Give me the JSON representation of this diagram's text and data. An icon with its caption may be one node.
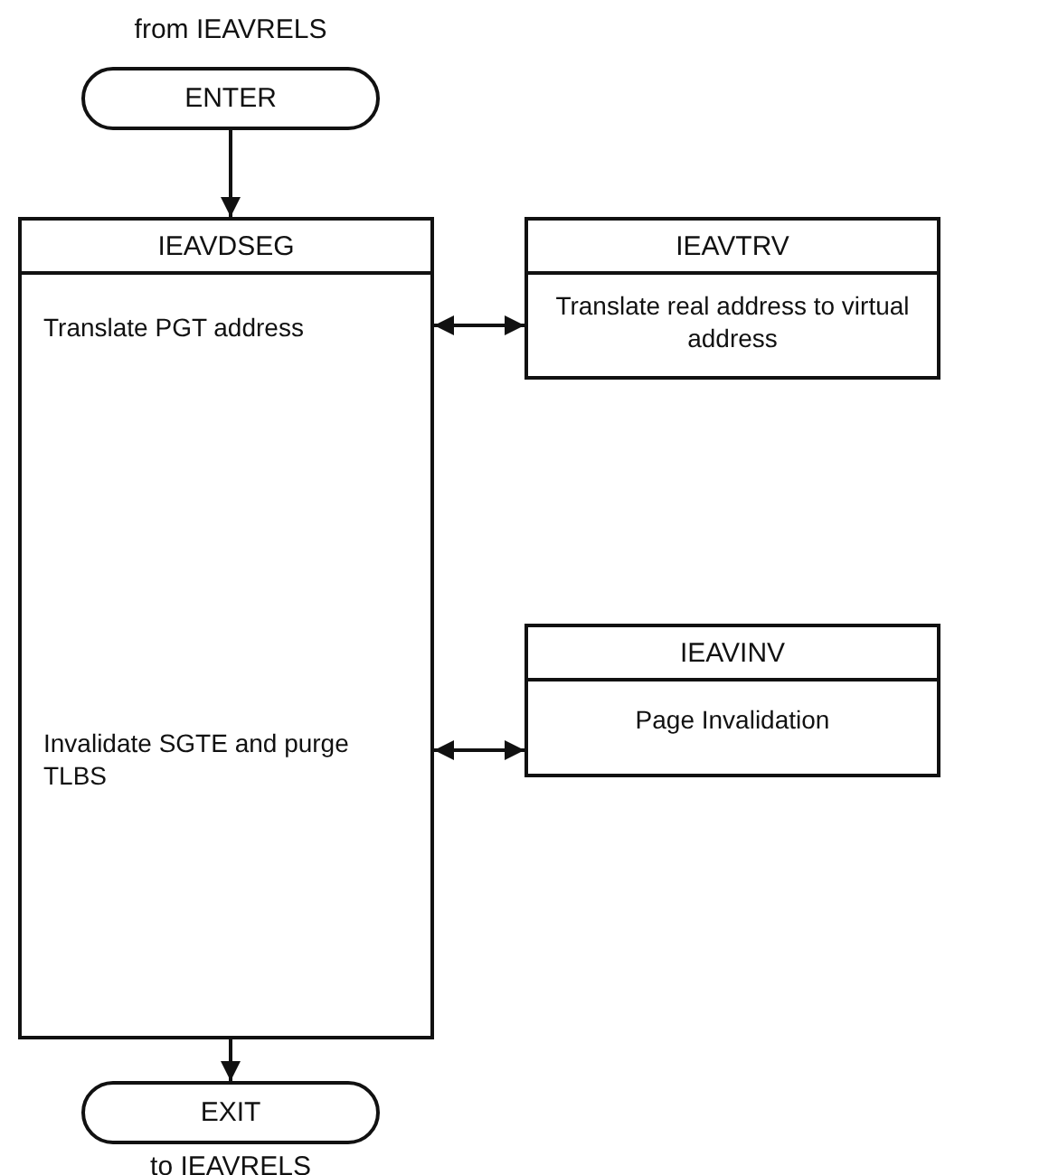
{
  "diagram": {
    "nodes": [
      {
        "text": [
          "ENTER"
        ],
        "beside": [
          "from IEAVRELS"
        ]
      },
      {
        "text": [
          "IEAVDSEG",
          "Translate PGT address",
          "Invalidate SGTE and purge TLBS"
        ]
      },
      {
        "text": [
          "IEAVTRV",
          "Translate real address to virtual address"
        ]
      },
      {
        "text": [
          "IEAVINV",
          "Page Invalidation"
        ]
      },
      {
        "text": [
          "EXIT"
        ],
        "beside": [
          "to IEAVRELS"
        ]
      }
    ],
    "edges": [
      {
        "from": 0,
        "to": 1,
        "arrow": "to"
      },
      {
        "from": 1,
        "to": 2,
        "arrow": "both"
      },
      {
        "from": 1,
        "to": 3,
        "arrow": "both"
      },
      {
        "from": 1,
        "to": 4,
        "arrow": "to"
      }
    ]
  }
}
